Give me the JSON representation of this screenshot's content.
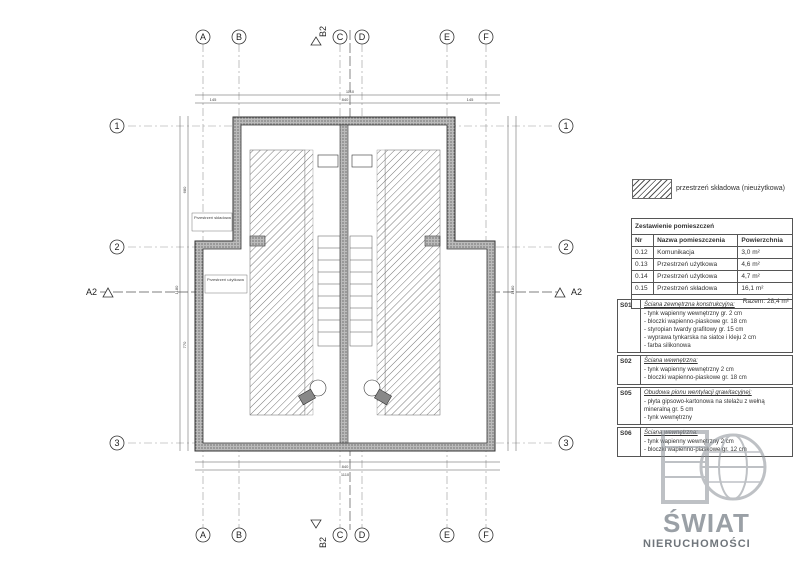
{
  "grid": {
    "columns": [
      "A",
      "B",
      "C",
      "D",
      "E",
      "F"
    ],
    "rows": [
      "1",
      "2",
      "3"
    ],
    "section_a": "A2",
    "section_b": "B2"
  },
  "dimensions": {
    "top_total": "1110",
    "top_left": "145",
    "top_mid": "840",
    "top_right": "145",
    "bottom_total": "1110",
    "bottom_mid": "840",
    "left_total": "1180",
    "right_total": "1180",
    "side_upper": "680",
    "side_lower": "770"
  },
  "plan_labels": {
    "left_room_tag_1": "Przestrzeń składowa",
    "left_room_tag_2": "Przestrzeń użytkowa"
  },
  "legend": {
    "label": "przestrzeń składowa (nieużytkowa)"
  },
  "rooms": {
    "title": "Zestawienie pomieszczeń",
    "headers": [
      "Nr",
      "Nazwa pomieszczenia",
      "Powierzchnia"
    ],
    "rows": [
      {
        "nr": "0.12",
        "name": "Komunikacja",
        "area": "3,0 m²"
      },
      {
        "nr": "0.13",
        "name": "Przestrzeń użytkowa",
        "area": "4,6 m²"
      },
      {
        "nr": "0.14",
        "name": "Przestrzeń użytkowa",
        "area": "4,7 m²"
      },
      {
        "nr": "0.15",
        "name": "Przestrzeń składowa",
        "area": "16,1 m²"
      }
    ],
    "total_label": "Razem:",
    "total_value": "28,4 m²"
  },
  "specs": [
    {
      "code": "S01",
      "title": "Ściana zewnętrzna konstrukcyjna:",
      "lines": [
        "- tynk wapienny wewnętrzny gr. 2 cm",
        "- bloczki wapienno-piaskowe gr. 18 cm",
        "- styropian twardy grafitowy gr. 15 cm",
        "- wyprawa tynkarska na siatce i kleju 2 cm",
        "- farba silikonowa"
      ]
    },
    {
      "code": "S02",
      "title": "Ściana wewnętrzna:",
      "lines": [
        "- tynk wapienny wewnętrzny 2 cm",
        "- bloczki wapienno-piaskowe gr. 18 cm"
      ]
    },
    {
      "code": "S05",
      "title": "Obudowa pionu wentylacji grawitacyjnej:",
      "lines": [
        "- płyta gipsowo-kartonowa na stelażu z wełną mineralną gr. 5 cm",
        "- tynk wewnętrzny"
      ]
    },
    {
      "code": "S06",
      "title": "Ściana wewnętrzna:",
      "lines": [
        "- tynk wapienny wewnętrzny 2 cm",
        "- bloczki wapienno-piaskowe gr. 12 cm"
      ]
    }
  ],
  "watermark": {
    "line1": "ŚWIAT",
    "line2": "NIERUCHOMOŚCI"
  }
}
